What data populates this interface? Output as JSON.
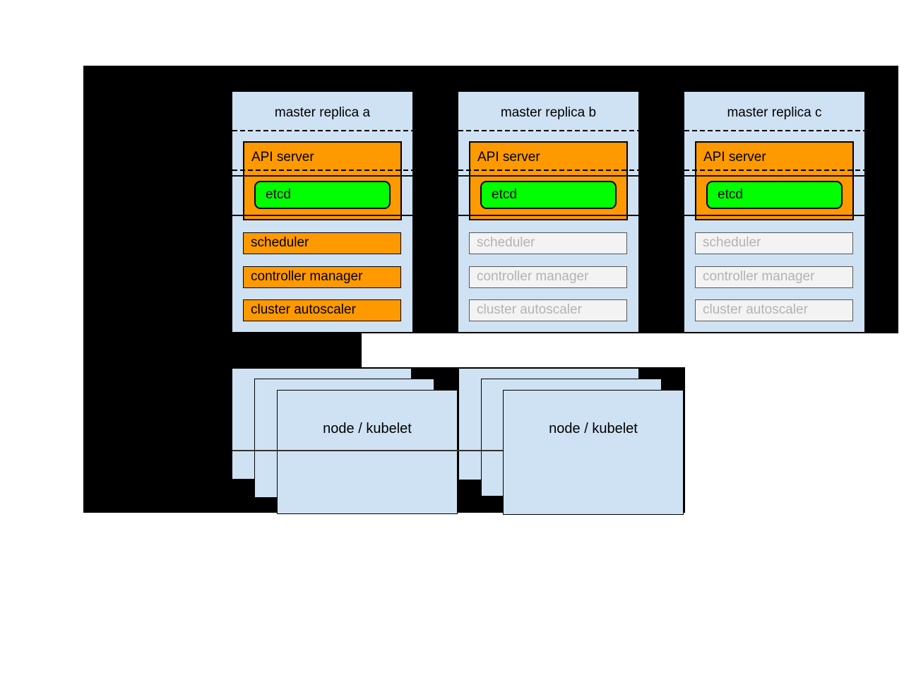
{
  "colors": {
    "canvas": "#ffffff",
    "panel": "#000000",
    "box_light_blue": "#cfe2f3",
    "active_orange": "#ff9900",
    "etcd_green": "#00ff00",
    "inactive_fill": "#f3f3f3",
    "inactive_border": "#555555",
    "inactive_text": "#b3b3b3"
  },
  "masters": [
    {
      "title": "master replica a",
      "api_server_label": "API server",
      "etcd_label": "etcd",
      "components": [
        {
          "label": "scheduler",
          "state": "active"
        },
        {
          "label": "controller manager",
          "state": "active"
        },
        {
          "label": "cluster autoscaler",
          "state": "active"
        }
      ]
    },
    {
      "title": "master replica b",
      "api_server_label": "API server",
      "etcd_label": "etcd",
      "components": [
        {
          "label": "scheduler",
          "state": "inactive"
        },
        {
          "label": "controller manager",
          "state": "inactive"
        },
        {
          "label": "cluster autoscaler",
          "state": "inactive"
        }
      ]
    },
    {
      "title": "master replica c",
      "api_server_label": "API server",
      "etcd_label": "etcd",
      "components": [
        {
          "label": "scheduler",
          "state": "inactive"
        },
        {
          "label": "controller manager",
          "state": "inactive"
        },
        {
          "label": "cluster autoscaler",
          "state": "inactive"
        }
      ]
    }
  ],
  "node_stacks": [
    {
      "label": "node / kubelet"
    },
    {
      "label": "node / kubelet"
    }
  ]
}
